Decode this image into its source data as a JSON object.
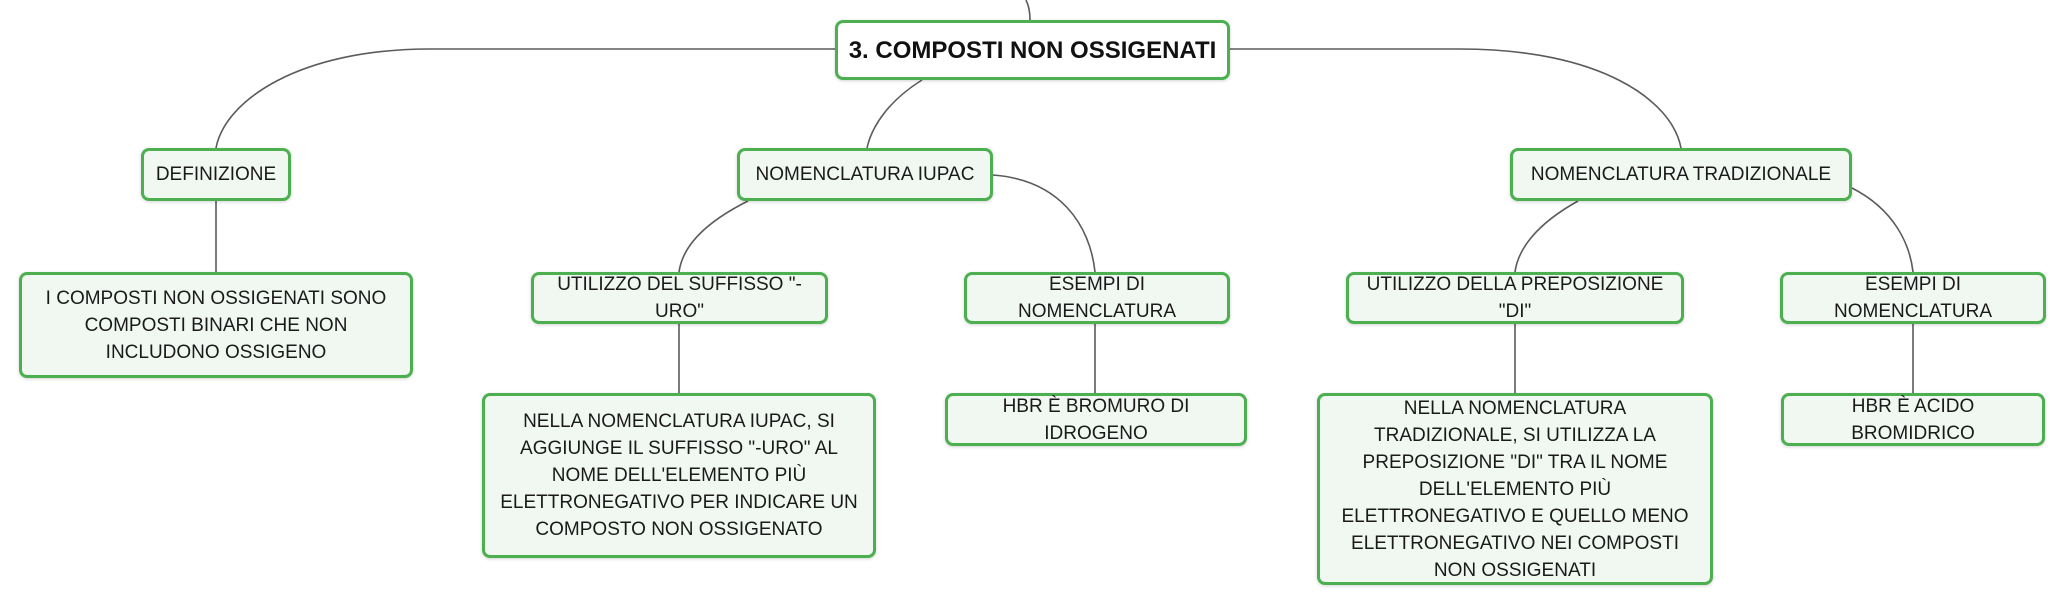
{
  "root": {
    "label": "3. COMPOSTI NON OSSIGENATI"
  },
  "definizione": {
    "title": "DEFINIZIONE",
    "text": "I COMPOSTI NON OSSIGENATI SONO COMPOSTI BINARI CHE NON INCLUDONO OSSIGENO"
  },
  "iupac": {
    "title": "NOMENCLATURA IUPAC",
    "suffix": {
      "title": "UTILIZZO DEL SUFFISSO \"-URO\"",
      "text": "NELLA NOMENCLATURA IUPAC, SI AGGIUNGE IL SUFFISSO \"-URO\" AL NOME DELL'ELEMENTO PIÙ ELETTRONEGATIVO PER INDICARE UN COMPOSTO NON OSSIGENATO"
    },
    "esempi": {
      "title": "ESEMPI DI NOMENCLATURA",
      "text": "HBR È BROMURO DI IDROGENO"
    }
  },
  "tradizionale": {
    "title": "NOMENCLATURA TRADIZIONALE",
    "preposizione": {
      "title": "UTILIZZO DELLA PREPOSIZIONE \"DI\"",
      "text": "NELLA NOMENCLATURA TRADIZIONALE, SI UTILIZZA LA PREPOSIZIONE \"DI\" TRA IL NOME DELL'ELEMENTO PIÙ ELETTRONEGATIVO E QUELLO MENO ELETTRONEGATIVO NEI COMPOSTI NON OSSIGENATI"
    },
    "esempi": {
      "title": "ESEMPI DI NOMENCLATURA",
      "text": "HBR È ACIDO BROMIDRICO"
    }
  },
  "colors": {
    "node_border": "#4caf50",
    "node_fill": "#f1f8f2",
    "connector": "#5b5b5b"
  }
}
